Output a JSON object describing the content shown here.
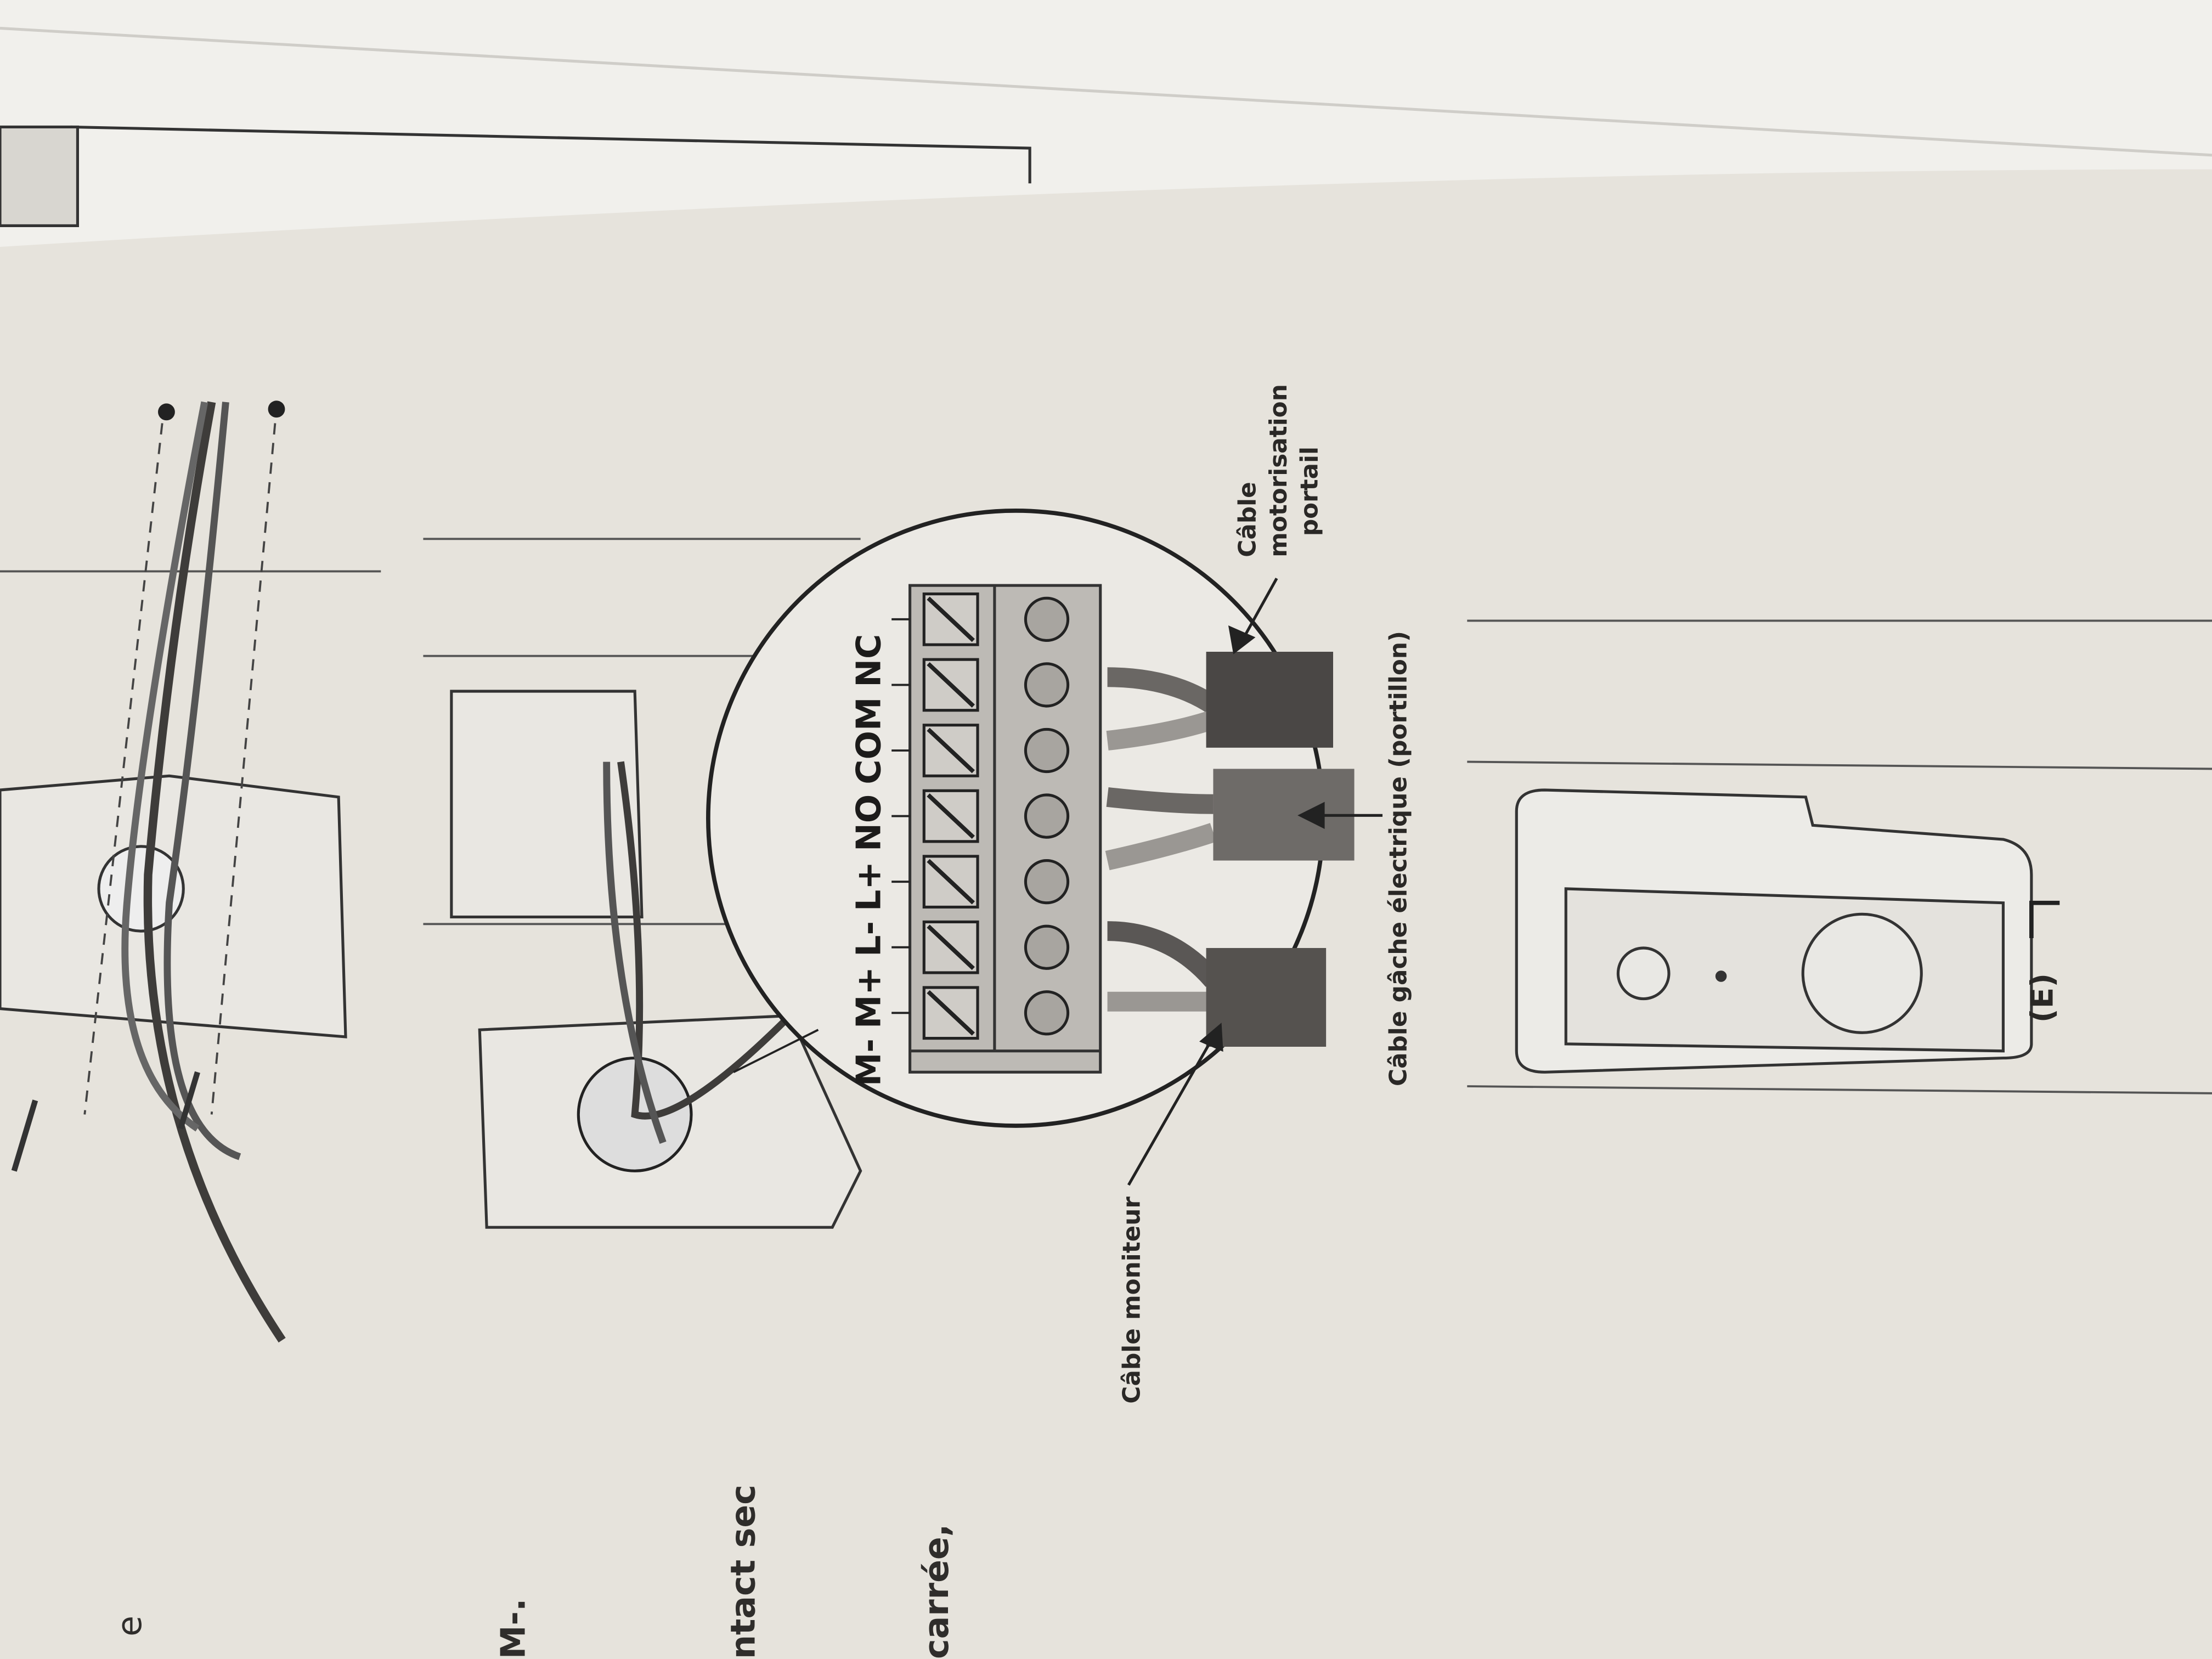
{
  "terminal_block": {
    "labels": [
      "M-",
      "M+",
      "L-",
      "L+",
      "NO",
      "COM",
      "NC"
    ]
  },
  "callouts": {
    "motor_cable": [
      "Câble",
      "motorisation",
      "portail"
    ],
    "strike_cable": "Câble gâche électrique (portillon)",
    "monitor_cable": "Câble moniteur"
  },
  "figure_marker": "(E)",
  "margin_text": [
    "e",
    "M-.",
    "ntact sec",
    "carrée,"
  ],
  "colors": {
    "paper": "#e6e3dc",
    "ink": "#2a2826",
    "cable_dark": "#4a4745",
    "cable_mid": "#6e6b68",
    "block": "#bdbab5"
  }
}
